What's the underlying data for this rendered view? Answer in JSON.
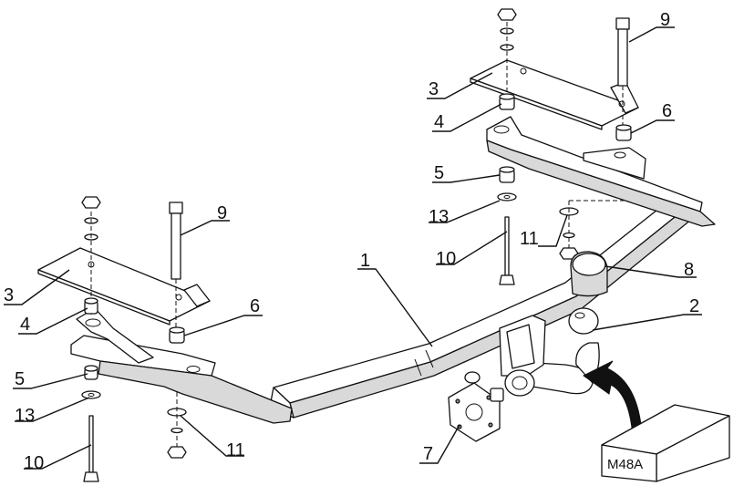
{
  "callouts": {
    "c1": "1",
    "c2": "2",
    "c3_left": "3",
    "c3_right": "3",
    "c4_left": "4",
    "c4_right": "4",
    "c5_left": "5",
    "c5_right": "5",
    "c6_left": "6",
    "c6_right": "6",
    "c7": "7",
    "c8": "8",
    "c9_left": "9",
    "c9_right": "9",
    "c10_left": "10",
    "c10_right": "10",
    "c11_left": "11",
    "c11_right": "11",
    "c13_left": "13",
    "c13_right": "13"
  },
  "model_box": {
    "code": "M48A"
  }
}
